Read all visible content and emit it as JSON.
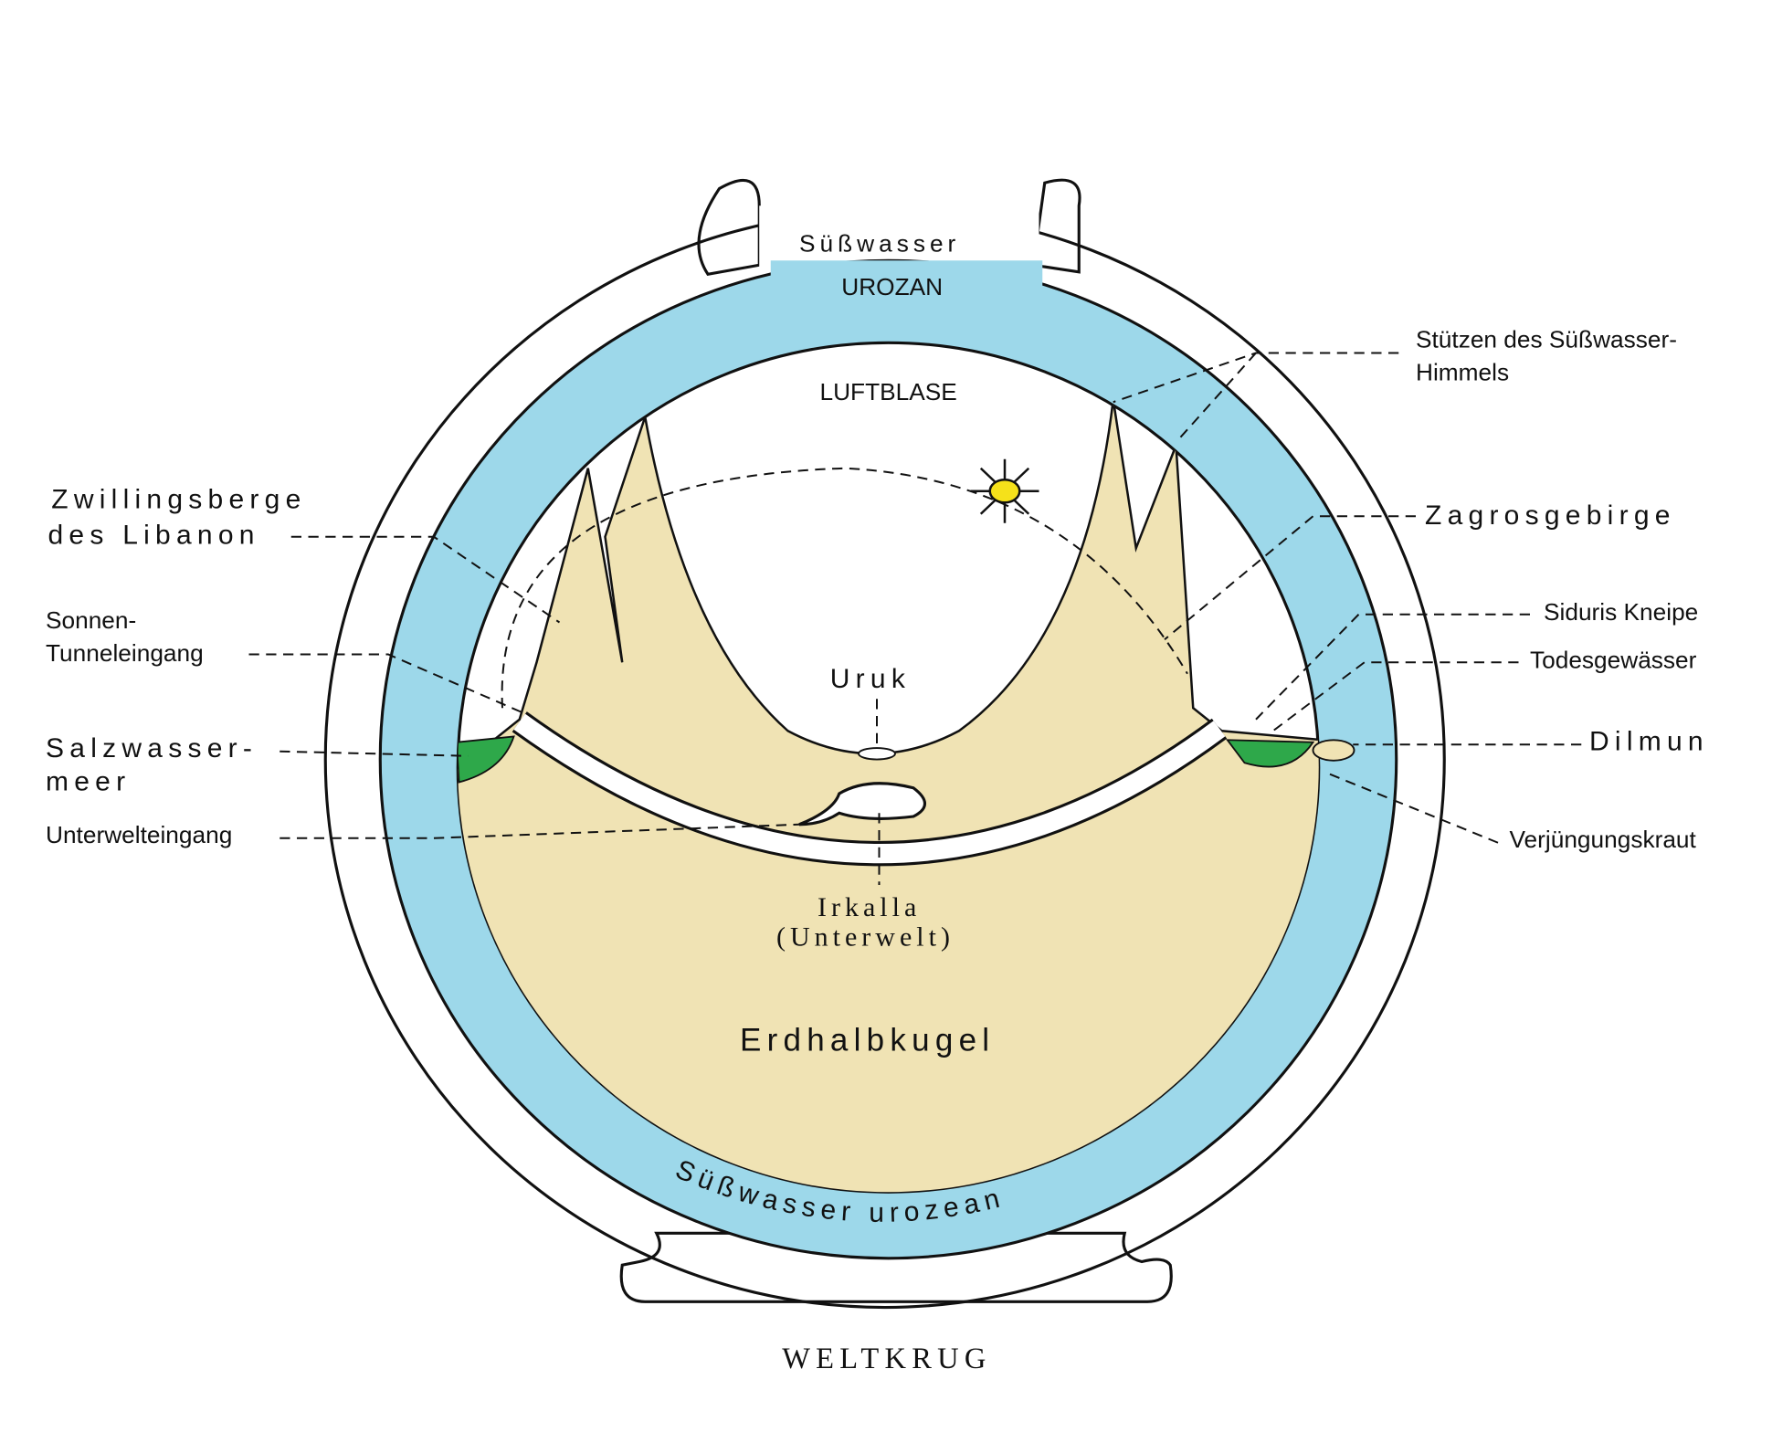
{
  "title": "WELTKRUG",
  "colors": {
    "water": "#9dd8ea",
    "earth": "#f0e3b4",
    "salt_sea": "#2ea84a",
    "sun": "#f5e11a",
    "ink": "#111111"
  },
  "labels": {
    "top_water": "Süßwasser",
    "urozan": "UROZAN",
    "luftblase": "LUFTBLASE",
    "stuetzen_1": "Stützen des Süßwasser-",
    "stuetzen_2": "Himmels",
    "zwillingsberge_1": "Zwillingsberge",
    "zwillingsberge_2": "des Libanon",
    "zagros": "Zagrosgebirge",
    "sonnen_1": "Sonnen-",
    "sonnen_2": "Tunneleingang",
    "siduri": "Siduris Kneipe",
    "todes": "Todesgewässer",
    "uruk": "Uruk",
    "salz_1": "Salzwasser-",
    "salz_2": "meer",
    "dilmun": "Dilmun",
    "unterwelteingang": "Unterwelteingang",
    "verjuengung": "Verjüngungskraut",
    "irkalla_1": "Irkalla",
    "irkalla_2": "(Unterwelt)",
    "erdhalbkugel": "Erdhalbkugel",
    "bottom_water": "Süßwasser urozean"
  }
}
